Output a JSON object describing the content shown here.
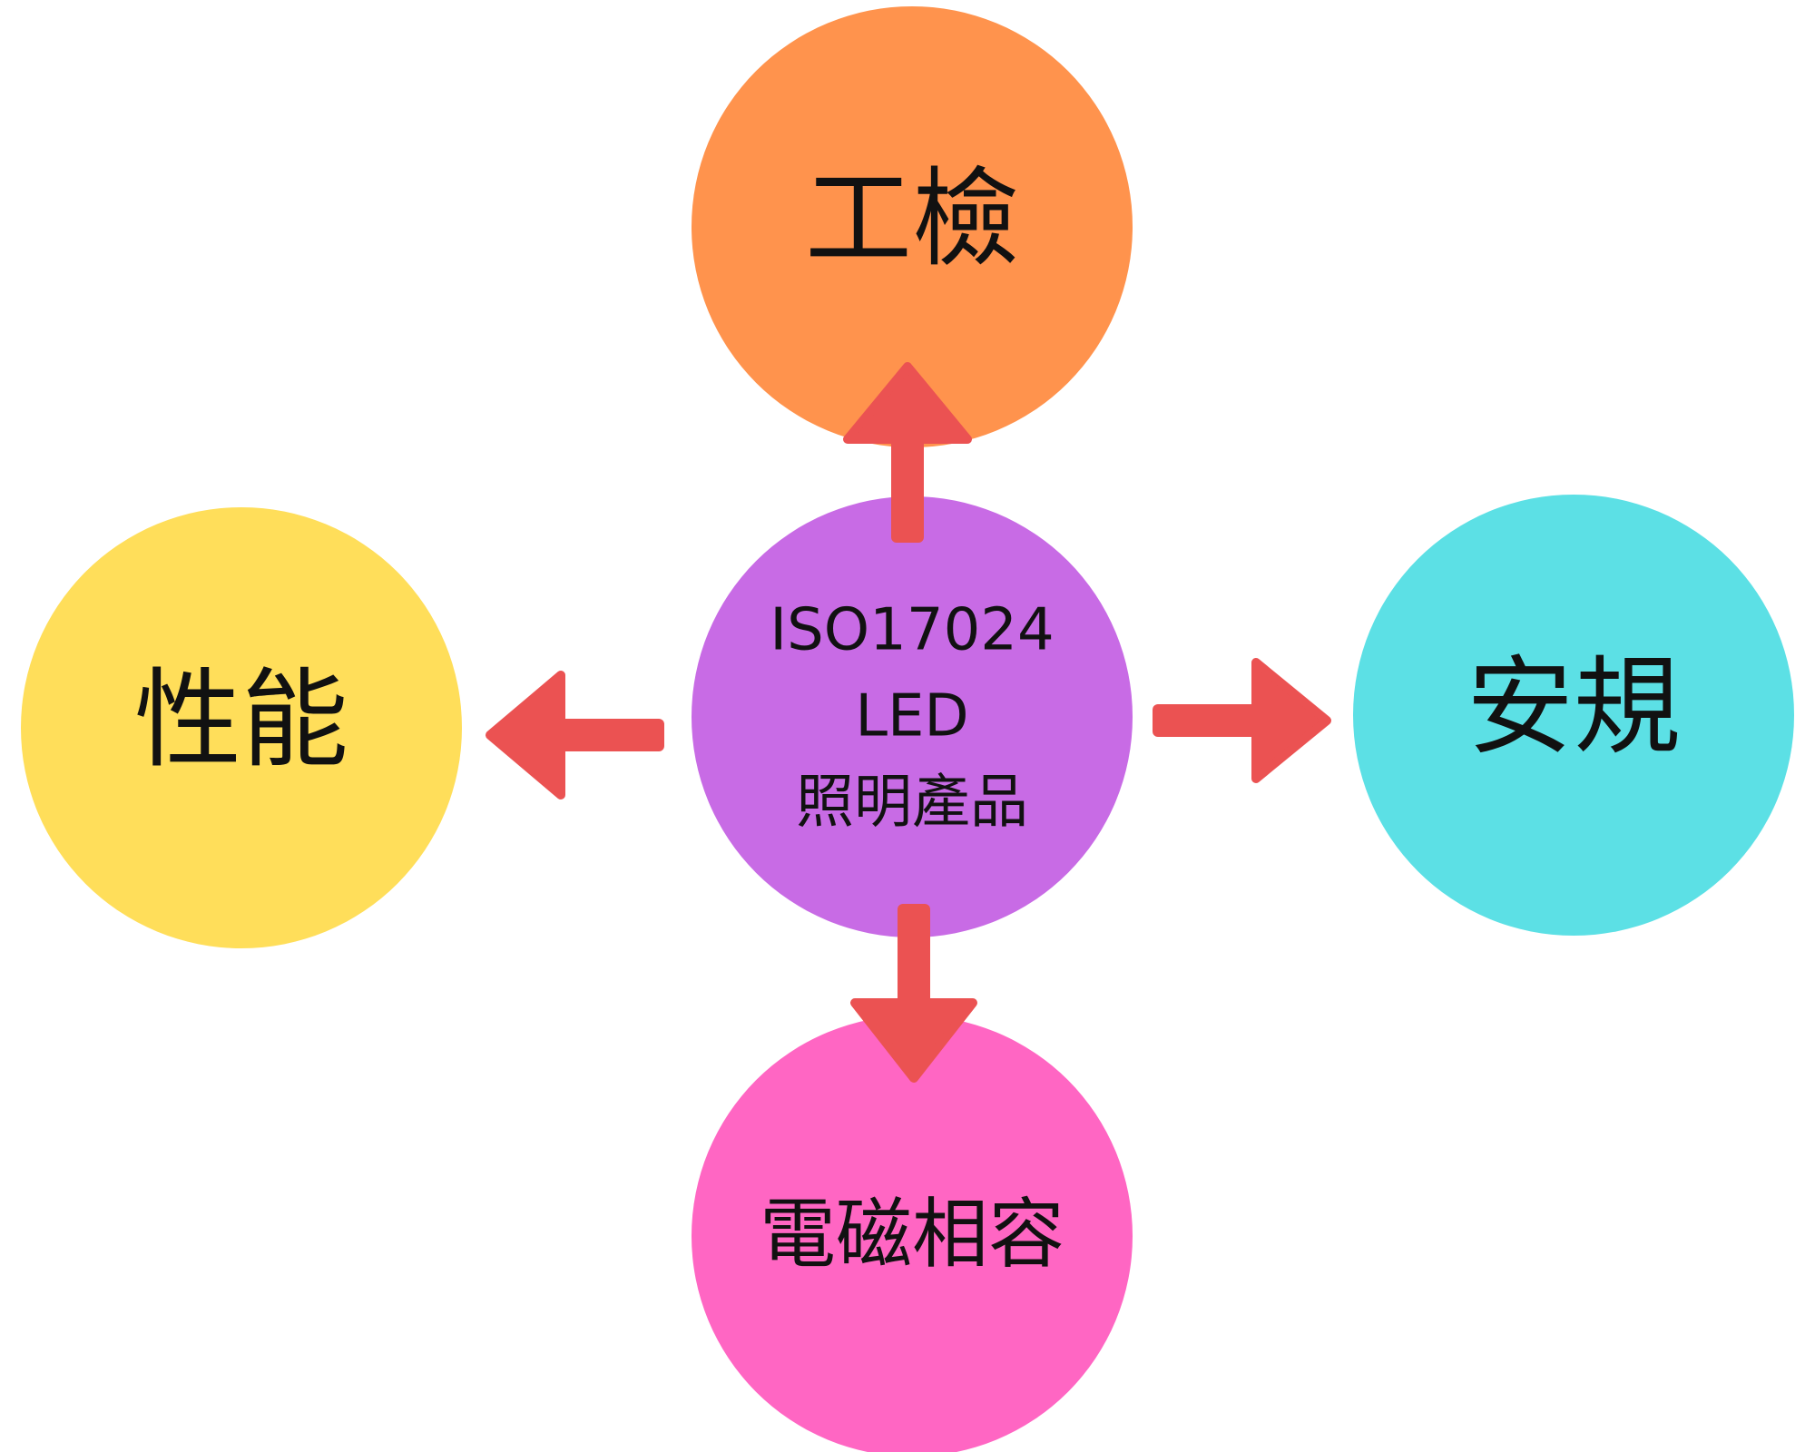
{
  "nodes": {
    "center": {
      "lines": [
        "ISO17024",
        "LED",
        "照明產品"
      ],
      "color": "#C86BE5"
    },
    "top": {
      "label": "工檢",
      "color": "#FF934D"
    },
    "left": {
      "label": "性能",
      "color": "#FFDE5A"
    },
    "right": {
      "label": "安規",
      "color": "#5CE0E5"
    },
    "bottom": {
      "label": "電磁相容",
      "color": "#FF66C3"
    }
  },
  "arrow_color": "#EB5252"
}
